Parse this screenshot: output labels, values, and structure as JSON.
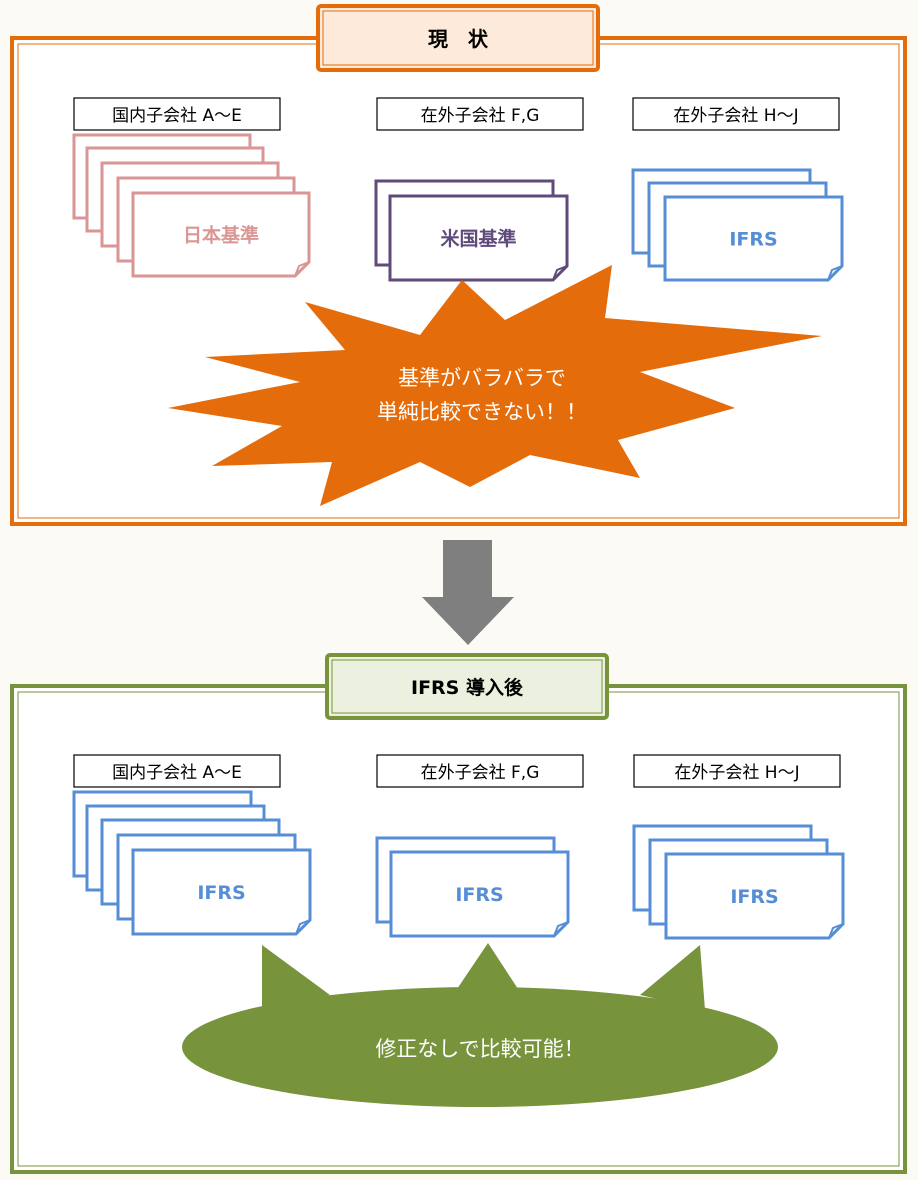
{
  "colors": {
    "orange": "#e46c0a",
    "orange_fill": "#fdeada",
    "green": "#77933c",
    "green_fill": "#ebf1de",
    "pink": "#d99694",
    "purple": "#604a7b",
    "blue": "#558ed5",
    "arrow": "#7f7f7f"
  },
  "before": {
    "title": "現　状",
    "groups": [
      {
        "label": "国内子会社 A～E",
        "standard": "日本基準"
      },
      {
        "label": "在外子会社 F,G",
        "standard": "米国基準"
      },
      {
        "label": "在外子会社 H～J",
        "standard": "IFRS"
      }
    ],
    "burst_lines": [
      "基準がバラバラで",
      "単純比較できない！！"
    ]
  },
  "after": {
    "title": "IFRS 導入後",
    "groups": [
      {
        "label": "国内子会社 A～E",
        "standard": "IFRS"
      },
      {
        "label": "在外子会社 F,G",
        "standard": "IFRS"
      },
      {
        "label": "在外子会社 H～J",
        "standard": "IFRS"
      }
    ],
    "bubble_text": "修正なしで比較可能！"
  }
}
